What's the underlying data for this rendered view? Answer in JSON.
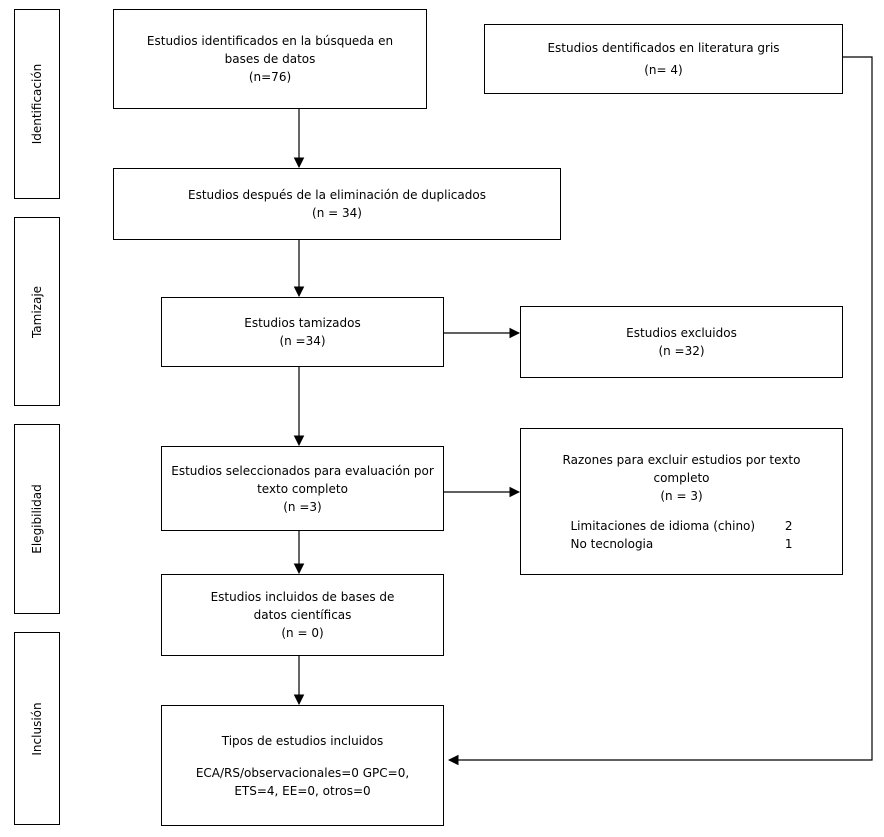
{
  "phases": {
    "identification": "Identificación",
    "screening": "Tamizaje",
    "eligibility": "Elegibilidad",
    "inclusion": "Inclusión"
  },
  "db_search": {
    "line1": "Estudios identificados en la búsqueda en",
    "line2": "bases de datos",
    "count": "(n=76)"
  },
  "grey_lit": {
    "line1": "Estudios dentificados en literatura gris",
    "count": "(n= 4)"
  },
  "dedup": {
    "line1": "Estudios después de la eliminación de duplicados",
    "count": "(n = 34)"
  },
  "screened": {
    "line1": "Estudios tamizados",
    "count": "(n =34)"
  },
  "excluded": {
    "line1": "Estudios excluidos",
    "count": "(n =32)"
  },
  "full_text": {
    "line1": "Estudios seleccionados para evaluación por",
    "line2": "texto completo",
    "count": "(n =3)"
  },
  "reasons": {
    "line1": "Razones para excluir estudios por texto",
    "line2": "completo",
    "count": "(n = 3)",
    "items": [
      {
        "label": "Limitaciones de idioma (chino)",
        "value": "2"
      },
      {
        "label": "No tecnologia",
        "value": "1"
      }
    ]
  },
  "included_db": {
    "line1": "Estudios incluidos de bases de",
    "line2": "datos científicas",
    "count": "(n = 0)"
  },
  "study_types": {
    "line1": "Tipos de estudios incluidos",
    "line2": "ECA/RS/observacionales=0 GPC=0,",
    "line3": "ETS=4, EE=0, otros=0"
  }
}
